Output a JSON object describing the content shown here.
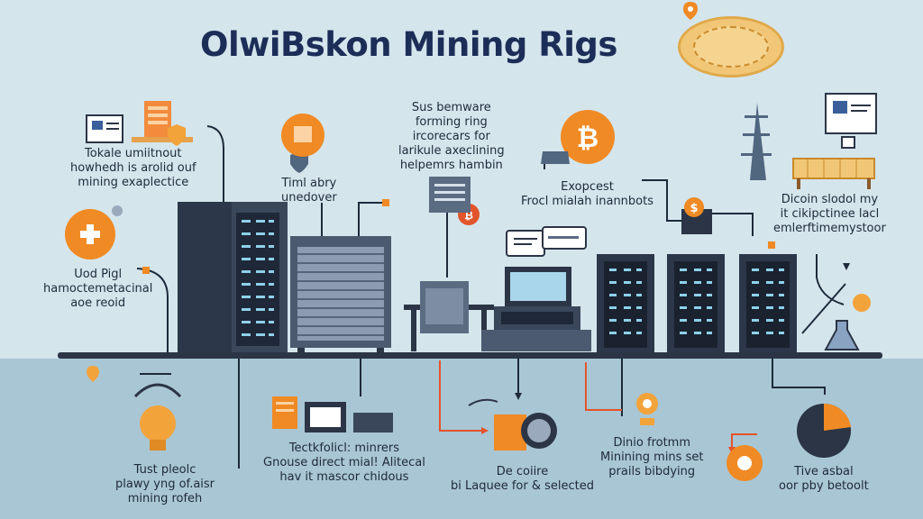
{
  "title": "OlwiBskon Mining Rigs",
  "labels": {
    "top_left": [
      "Tokale umiitnout",
      "howhedh is arolid ouf",
      "mining exaplectice"
    ],
    "mid_left": [
      "Uod Pigl",
      "hamoctemetacinal",
      "aoe reoid"
    ],
    "timl": [
      "Timl abry",
      "unedover"
    ],
    "top_center": [
      "Sus bemware",
      "forming ring",
      "ircorecars for",
      "larikule axeclining",
      "helpemrs hambin"
    ],
    "expect": [
      "Exopcest",
      "Frocl mialah inannbots"
    ],
    "right": [
      "Dicoin slodol my",
      "it cikipctinee lacl",
      "emlerftimemystoor"
    ],
    "bottom_left": [
      "Tust pleolc",
      "plawy yng of.aisr",
      "mining rofeh"
    ],
    "bottom_mid": [
      "Tectkfolicl: minrers",
      "Gnouse direct mial! Alitecal",
      "hav it mascor chidous"
    ],
    "bottom_center": [
      "De coiire",
      "bi Laquee for & selected"
    ],
    "bottom_right_mid": [
      "Dinio frotmm",
      "Minining mins set",
      "prails bibdying"
    ],
    "bottom_right": [
      "Tive asbal",
      "oor pby betoolt"
    ]
  },
  "icons": [
    "documents-icon",
    "analytics-dashboard-icon",
    "shield-icon",
    "location-pin-icon",
    "gold-coin-icon",
    "bitcoin-icon",
    "plus-icon",
    "gear-icon",
    "monitor-icon",
    "tower-icon",
    "solar-panel-icon",
    "lightbulb-icon",
    "network-icon",
    "pie-chart-icon",
    "lab-flask-icon",
    "dollar-icon"
  ],
  "colors": {
    "background": "#d4e5ec",
    "lower_band": "#a9c6d4",
    "accent_orange": "#f08a24",
    "navy": "#1c2d58",
    "connector_red": "#e2542c"
  }
}
